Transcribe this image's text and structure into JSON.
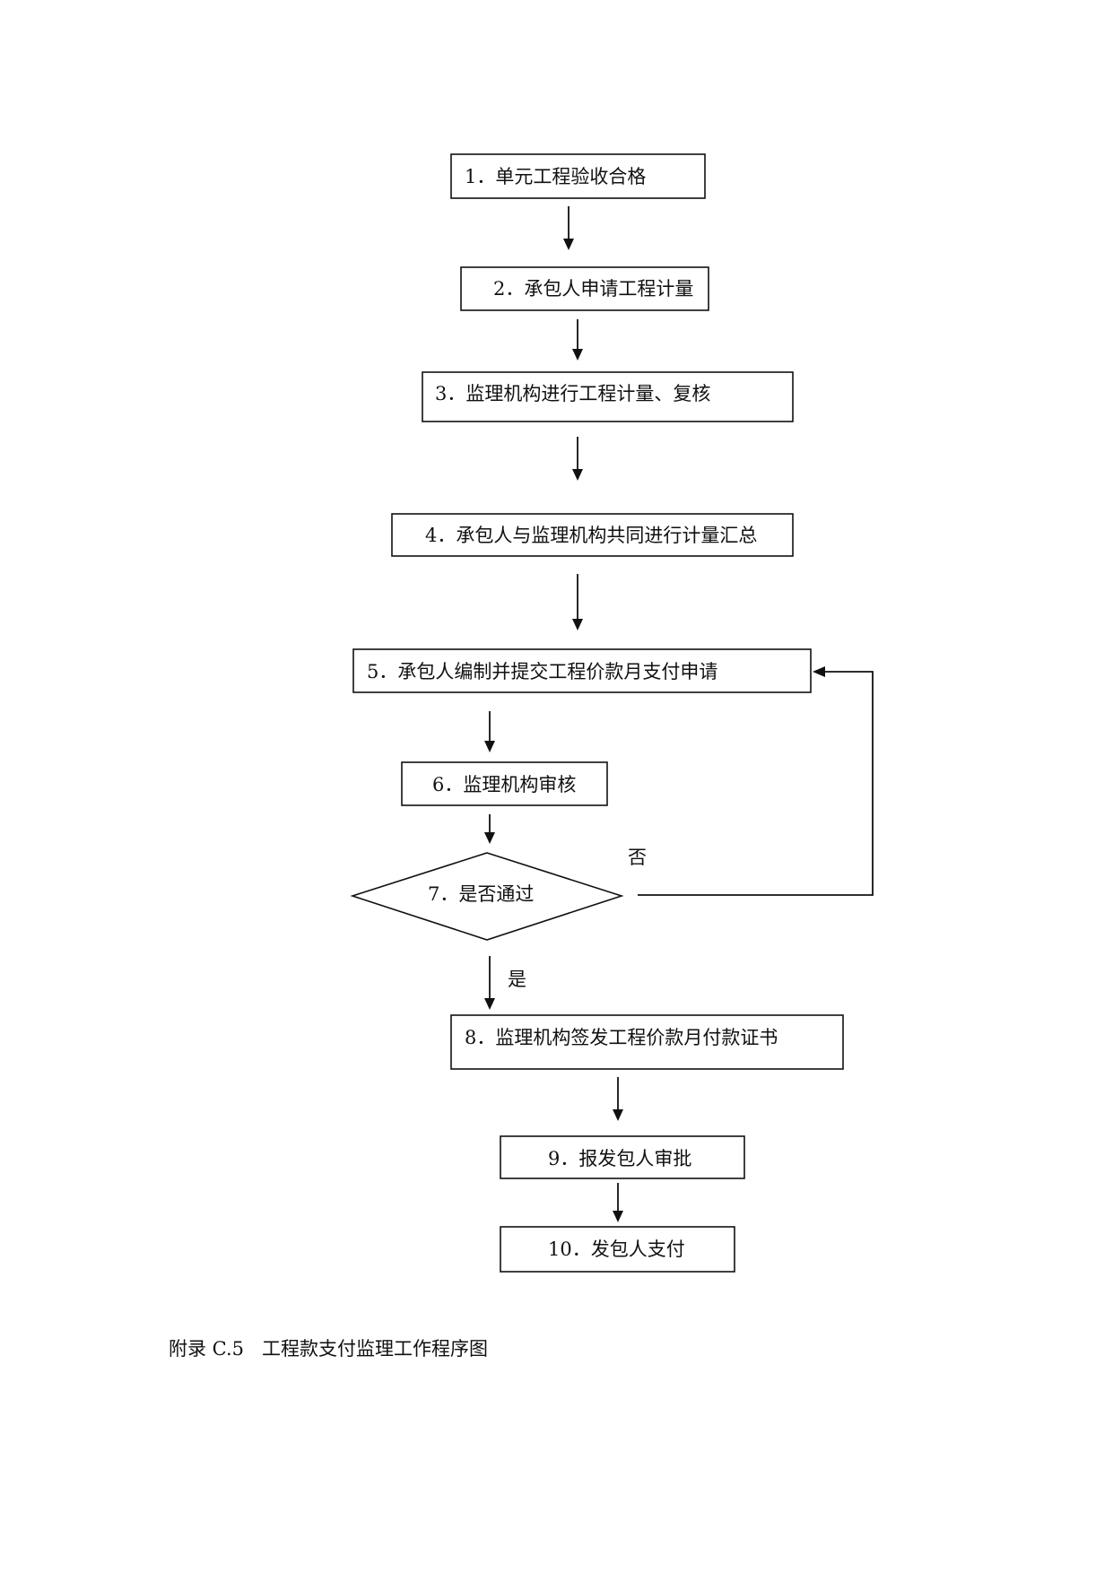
{
  "steps": {
    "s1": "1．单元工程验收合格",
    "s2": "2．承包人申请工程计量",
    "s3": "3．监理机构进行工程计量、复核",
    "s4": "4．承包人与监理机构共同进行计量汇总",
    "s5": "5．承包人编制并提交工程价款月支付申请",
    "s6": "6．监理机构审核",
    "s7": "7．是否通过",
    "s8": "8．监理机构签发工程价款月付款证书",
    "s9": "9．报发包人审批",
    "s10": "10．发包人支付"
  },
  "branches": {
    "no": "否",
    "yes": "是"
  },
  "caption": "附录 C.5   工程款支付监理工作程序图"
}
